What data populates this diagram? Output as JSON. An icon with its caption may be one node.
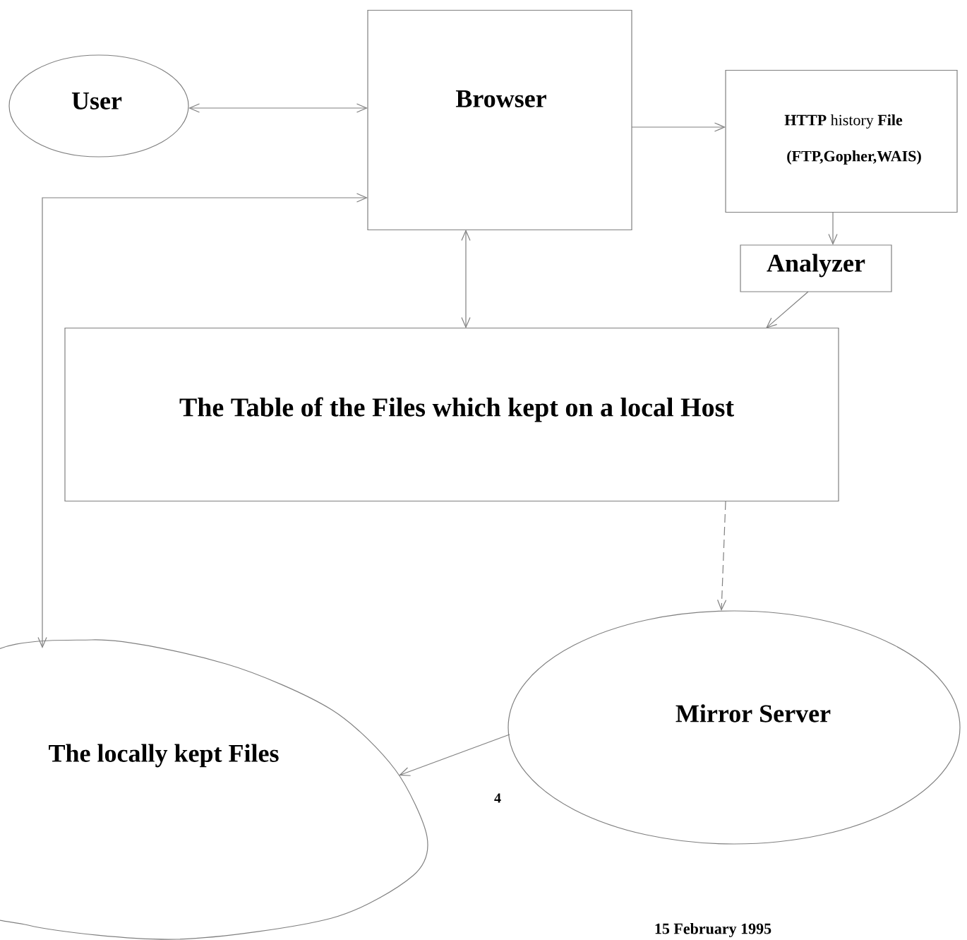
{
  "diagram": {
    "nodes": [
      {
        "text": [
          "User"
        ]
      },
      {
        "text": [
          "Browser"
        ]
      },
      {
        "text": [
          "**HTTP** history **File**",
          "(FTP,Gopher,WAIS)"
        ]
      },
      {
        "text": [
          "Analyzer"
        ]
      },
      {
        "text": [
          "The Table of the Files which kept on a local Host"
        ]
      },
      {
        "text": [
          "The locally kept Files"
        ]
      },
      {
        "text": [
          "Mirror Server"
        ]
      }
    ],
    "edges": [
      {
        "from": 0,
        "to": 1,
        "arrow": "both"
      },
      {
        "from": 1,
        "to": 2,
        "arrow": "to"
      },
      {
        "from": 2,
        "to": 3,
        "arrow": "to"
      },
      {
        "from": 3,
        "to": 4,
        "arrow": "to"
      },
      {
        "from": 1,
        "to": 4,
        "arrow": "both"
      },
      {
        "from": 1,
        "to": 5,
        "arrow": "both"
      },
      {
        "from": 4,
        "to": 6,
        "arrow": "to",
        "style": "dashed"
      },
      {
        "from": 6,
        "to": 5,
        "arrow": "to"
      }
    ],
    "labels": [
      "4",
      "15 February 1995"
    ]
  }
}
